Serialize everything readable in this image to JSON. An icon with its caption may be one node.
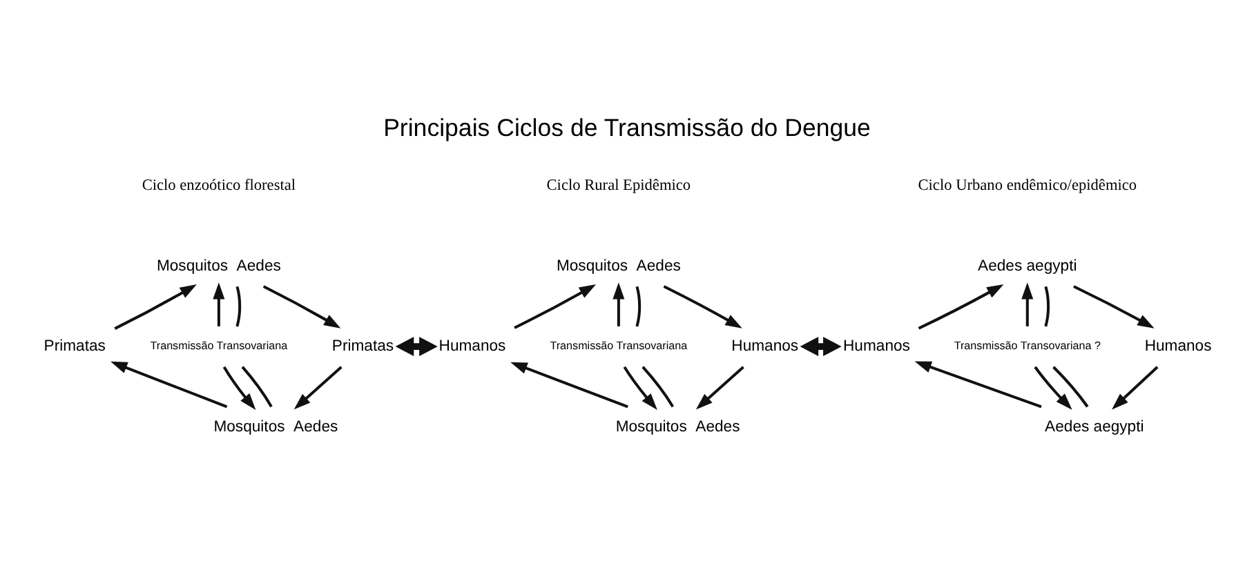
{
  "diagram": {
    "title": "Principais Ciclos de Transmissão do Dengue",
    "nodes": [
      {
        "text": [
          "Mosquitos  Aedes"
        ]
      },
      {
        "text": [
          "Primatas"
        ]
      },
      {
        "text": [
          "Transmissão Transovariana"
        ]
      },
      {
        "text": [
          "Primatas"
        ]
      },
      {
        "text": [
          "Mosquitos  Aedes"
        ]
      },
      {
        "text": [
          "Mosquitos  Aedes"
        ]
      },
      {
        "text": [
          "Humanos"
        ]
      },
      {
        "text": [
          "Transmissão Transovariana"
        ]
      },
      {
        "text": [
          "Humanos"
        ]
      },
      {
        "text": [
          "Mosquitos  Aedes"
        ]
      },
      {
        "text": [
          "Aedes aegypti"
        ]
      },
      {
        "text": [
          "Humanos"
        ]
      },
      {
        "text": [
          "Transmissão Transovariana ?"
        ]
      },
      {
        "text": [
          "Humanos"
        ]
      },
      {
        "text": [
          "Aedes aegypti"
        ]
      }
    ],
    "edges": [
      {
        "from": 1,
        "to": 0,
        "arrow": "to"
      },
      {
        "from": 0,
        "to": 3,
        "arrow": "to"
      },
      {
        "from": 4,
        "to": 1,
        "arrow": "to"
      },
      {
        "from": 3,
        "to": 4,
        "arrow": "to"
      },
      {
        "from": 4,
        "to": 2,
        "arrow": "none"
      },
      {
        "from": 2,
        "to": 0,
        "arrow": "to"
      },
      {
        "from": 0,
        "to": 2,
        "arrow": "none"
      },
      {
        "from": 2,
        "to": 4,
        "arrow": "to"
      },
      {
        "from": 6,
        "to": 5,
        "arrow": "to"
      },
      {
        "from": 5,
        "to": 8,
        "arrow": "to"
      },
      {
        "from": 9,
        "to": 6,
        "arrow": "to"
      },
      {
        "from": 8,
        "to": 9,
        "arrow": "to"
      },
      {
        "from": 9,
        "to": 7,
        "arrow": "none"
      },
      {
        "from": 7,
        "to": 5,
        "arrow": "to"
      },
      {
        "from": 5,
        "to": 7,
        "arrow": "none"
      },
      {
        "from": 7,
        "to": 9,
        "arrow": "to"
      },
      {
        "from": 11,
        "to": 10,
        "arrow": "to"
      },
      {
        "from": 10,
        "to": 13,
        "arrow": "to"
      },
      {
        "from": 14,
        "to": 11,
        "arrow": "to"
      },
      {
        "from": 13,
        "to": 14,
        "arrow": "to"
      },
      {
        "from": 14,
        "to": 12,
        "arrow": "none"
      },
      {
        "from": 12,
        "to": 10,
        "arrow": "to"
      },
      {
        "from": 10,
        "to": 12,
        "arrow": "none"
      },
      {
        "from": 12,
        "to": 14,
        "arrow": "to"
      },
      {
        "from": 3,
        "to": 6,
        "arrow": "both",
        "style": "thick"
      },
      {
        "from": 8,
        "to": 11,
        "arrow": "both",
        "style": "thick"
      }
    ],
    "labels": [
      "Ciclo enzoótico florestal",
      "Ciclo Rural Epidêmico",
      "Ciclo Urbano endêmico/epidêmico"
    ]
  }
}
